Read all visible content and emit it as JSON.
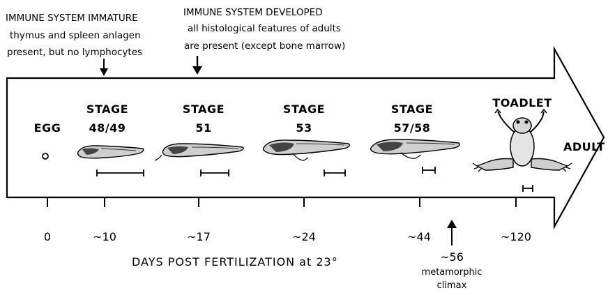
{
  "annotations": {
    "immature": {
      "title": "IMMUNE SYSTEM IMMATURE",
      "line1": "thymus and spleen anlagen",
      "line2": "present, but no lymphocytes"
    },
    "developed": {
      "title": "IMMUNE SYSTEM DEVELOPED",
      "line1": "all histological features of adults",
      "line2": "are present (except bone marrow)"
    }
  },
  "stages": [
    {
      "line1": "",
      "line2": "EGG",
      "icon": "egg-icon"
    },
    {
      "line1": "STAGE",
      "line2": "48/49",
      "icon": "tadpole-icon"
    },
    {
      "line1": "STAGE",
      "line2": "51",
      "icon": "tadpole-icon"
    },
    {
      "line1": "STAGE",
      "line2": "53",
      "icon": "tadpole-icon"
    },
    {
      "line1": "STAGE",
      "line2": "57/58",
      "icon": "tadpole-icon"
    },
    {
      "line1": "TOADLET",
      "line2": "",
      "icon": "toadlet-icon"
    }
  ],
  "arrow_end_label": "ADULT",
  "axis": {
    "ticks": [
      "0",
      "~10",
      "~17",
      "~24",
      "~44",
      "~120"
    ],
    "title": "DAYS POST FERTILIZATION at 23°"
  },
  "climax": {
    "value": "~56",
    "line1": "metamorphic",
    "line2": "climax"
  }
}
